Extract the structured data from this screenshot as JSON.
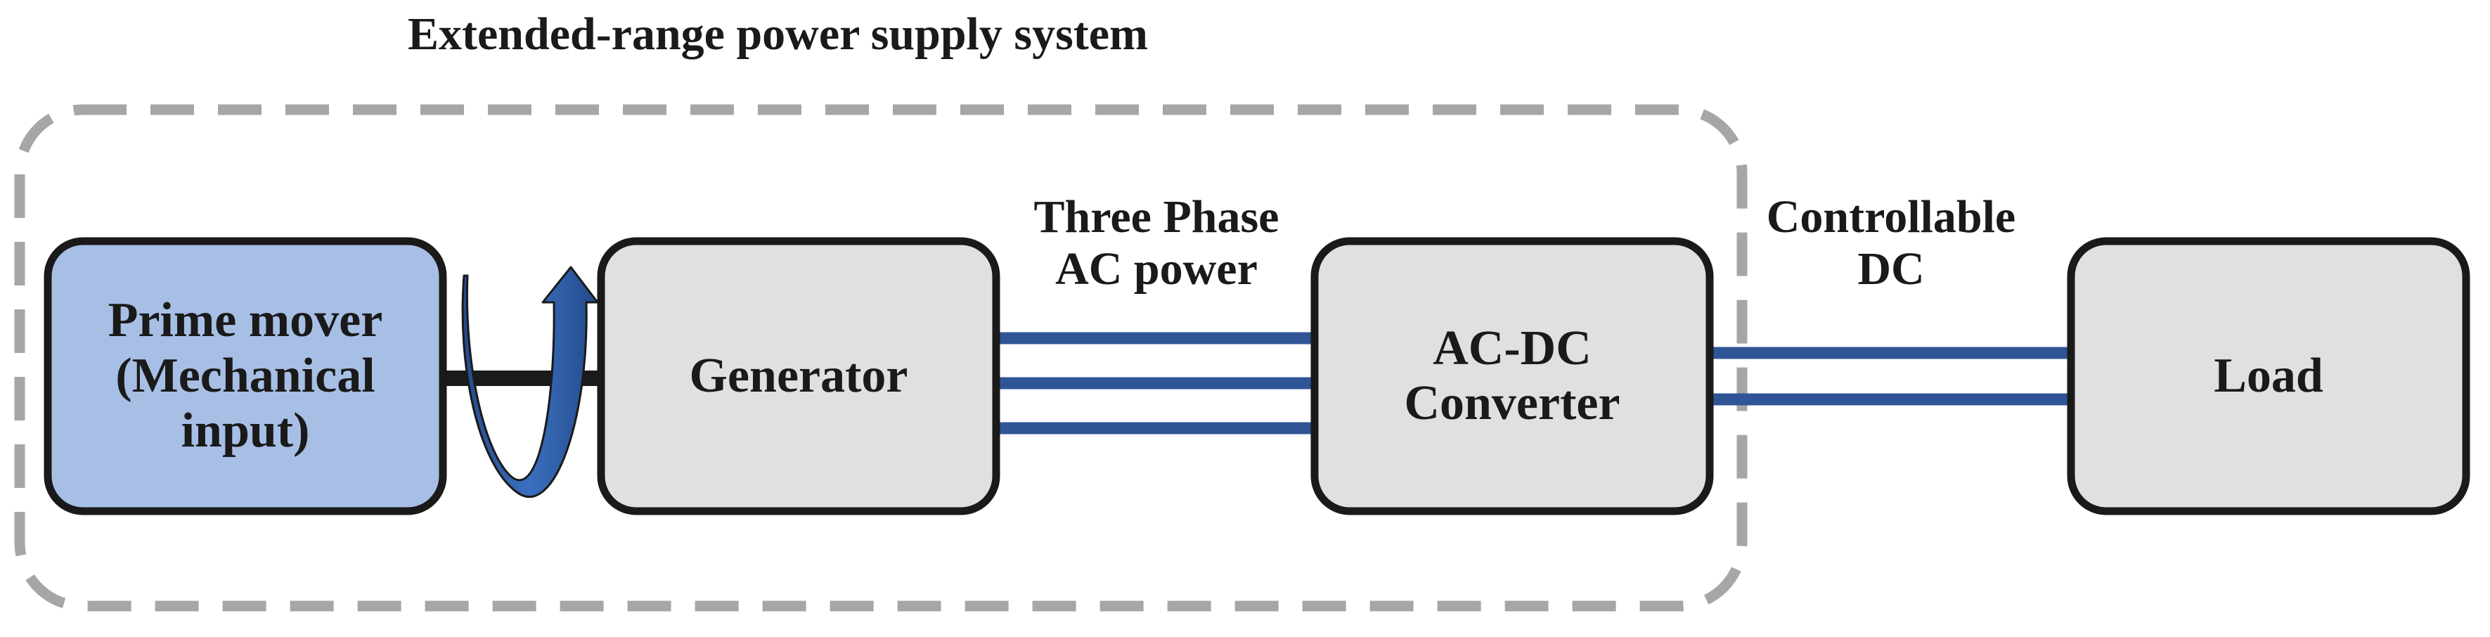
{
  "title": "Extended-range power supply system",
  "blocks": {
    "prime_mover": {
      "lines": [
        "Prime mover",
        "(Mechanical",
        "input)"
      ],
      "fill": "#a7bfe5"
    },
    "generator": {
      "lines": [
        "Generator"
      ],
      "fill": "#e0e0e0"
    },
    "converter": {
      "lines": [
        "AC-DC",
        "Converter"
      ],
      "fill": "#e0e0e0"
    },
    "load": {
      "lines": [
        "Load"
      ],
      "fill": "#e0e0e0"
    }
  },
  "connections": {
    "ac": {
      "lines": [
        "Three Phase",
        "AC power"
      ],
      "wire_count": 3
    },
    "dc": {
      "lines": [
        "Controllable",
        "DC"
      ],
      "wire_count": 2
    }
  },
  "colors": {
    "wire": "#2f5597",
    "box_border": "#1a1a1a",
    "boundary": "#a6a6a6",
    "shaft": "#1a1a1a",
    "rotation_arrow": "#2f5fa8"
  },
  "icons": {
    "rotation": "rotation-arrow-icon"
  }
}
